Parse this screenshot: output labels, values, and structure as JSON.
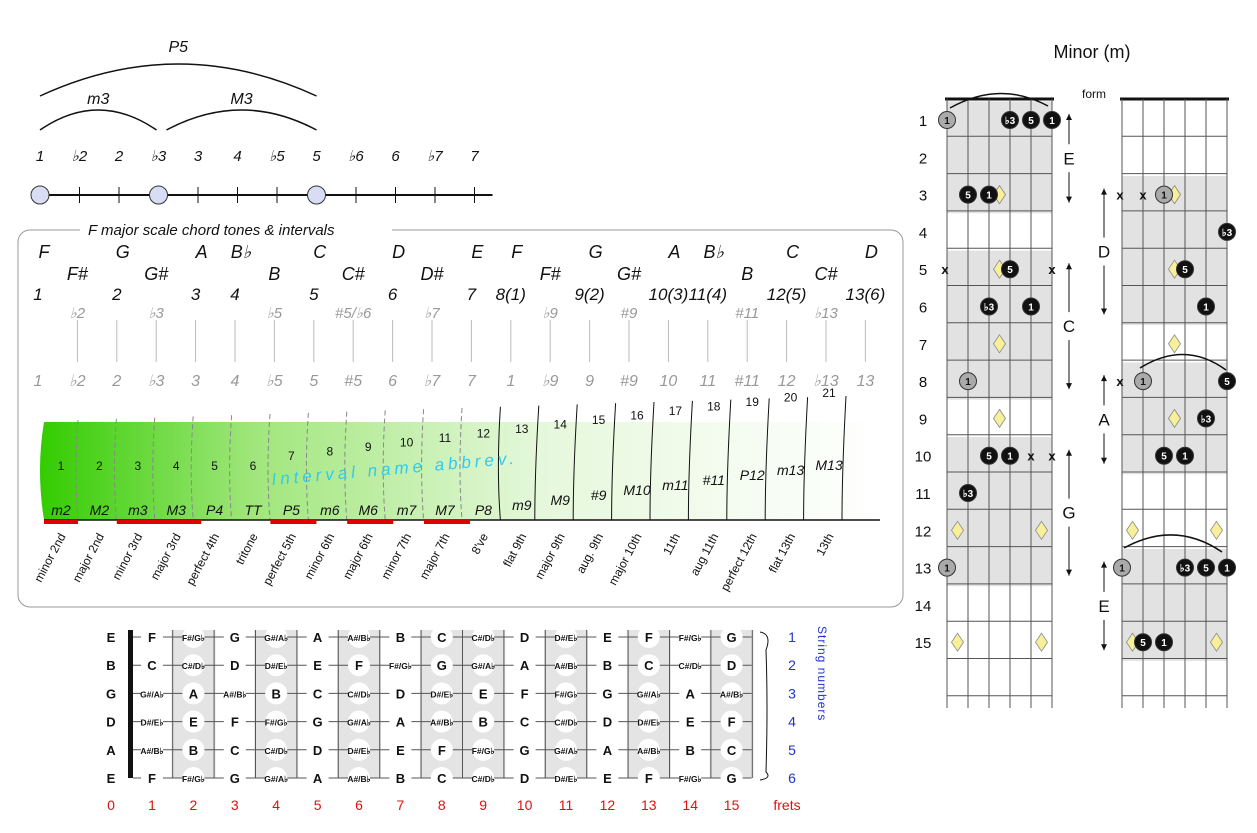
{
  "top_intervals": {
    "arcs": [
      {
        "label": "P5",
        "from": 0,
        "to": 7
      },
      {
        "label": "m3",
        "from": 0,
        "to": 3
      },
      {
        "label": "M3",
        "from": 3,
        "to": 7
      }
    ],
    "degrees": [
      "1",
      "♭2",
      "2",
      "♭3",
      "3",
      "4",
      "♭5",
      "5",
      "♭6",
      "6",
      "♭7",
      "7"
    ],
    "dots_at": [
      0,
      3,
      7
    ]
  },
  "scale_panel": {
    "title": "F major scale chord tones & intervals",
    "steps": [
      {
        "low": "F",
        "deg": "1",
        "grey": "1"
      },
      {
        "up": "F#",
        "deg": "♭2",
        "grey": "♭2"
      },
      {
        "low": "G",
        "deg": "2",
        "grey": "2"
      },
      {
        "up": "G#",
        "deg": "♭3",
        "grey": "♭3"
      },
      {
        "low": "A",
        "deg": "3",
        "grey": "3"
      },
      {
        "low": "B♭",
        "deg": "4",
        "grey": "4"
      },
      {
        "up": "B",
        "deg": "♭5",
        "grey": "♭5"
      },
      {
        "low": "C",
        "deg": "5",
        "grey": "5"
      },
      {
        "up": "C#",
        "deg": "#5/♭6",
        "grey": "#5"
      },
      {
        "low": "D",
        "deg": "6",
        "grey": "6"
      },
      {
        "up": "D#",
        "deg": "♭7",
        "grey": "♭7"
      },
      {
        "low": "E",
        "deg": "7",
        "grey": "7"
      },
      {
        "low": "F",
        "deg": "8(1)",
        "grey": "1"
      },
      {
        "up": "F#",
        "deg": "♭9",
        "grey": "♭9"
      },
      {
        "low": "G",
        "deg": "9(2)",
        "grey": "9"
      },
      {
        "up": "G#",
        "deg": "#9",
        "grey": "#9"
      },
      {
        "low": "A",
        "deg": "10(3)",
        "grey": "10"
      },
      {
        "low": "B♭",
        "deg": "11(4)",
        "grey": "11"
      },
      {
        "up": "B",
        "deg": "#11",
        "grey": "#11"
      },
      {
        "low": "C",
        "deg": "12(5)",
        "grey": "12"
      },
      {
        "up": "C#",
        "deg": "♭13",
        "grey": "♭13"
      },
      {
        "low": "D",
        "deg": "13(6)",
        "grey": "13"
      }
    ],
    "semitones": [
      "1",
      "2",
      "3",
      "4",
      "5",
      "6",
      "7",
      "8",
      "9",
      "10",
      "11",
      "12",
      "13",
      "14",
      "15",
      "16",
      "17",
      "18",
      "19",
      "20",
      "21"
    ],
    "abbrevs": [
      "m2",
      "M2",
      "m3",
      "M3",
      "P4",
      "TT",
      "P5",
      "m6",
      "M6",
      "m7",
      "M7",
      "P8",
      "m9",
      "M9",
      "#9",
      "M10",
      "m11",
      "#11",
      "P12",
      "m13",
      "M13"
    ],
    "names": [
      "minor 2nd",
      "major 2nd",
      "minor 3rd",
      "major 3rd",
      "perfect 4th",
      "tritone",
      "perfect 5th",
      "minor 6th",
      "major 6th",
      "minor 7th",
      "major 7th",
      "8've",
      "flat 9th",
      "major 9th",
      "aug. 9th",
      "major 10th",
      "11th",
      "aug 11th",
      "perfect 12th",
      "flat 13th",
      "13th"
    ],
    "chord_tone_marks": [
      3,
      4,
      7,
      9,
      11
    ],
    "watermark": "Interval name abbrev."
  },
  "fretboard": {
    "open_strings": [
      "E",
      "B",
      "G",
      "D",
      "A",
      "E"
    ],
    "rows": [
      [
        "F",
        "F#/G♭",
        "G",
        "G#/A♭",
        "A",
        "A#/B♭",
        "B",
        "C",
        "C#/D♭",
        "D",
        "D#/E♭",
        "E",
        "F",
        "F#/G♭",
        "G"
      ],
      [
        "C",
        "C#/D♭",
        "D",
        "D#/E♭",
        "E",
        "F",
        "F#/G♭",
        "G",
        "G#/A♭",
        "A",
        "A#/B♭",
        "B",
        "C",
        "C#/D♭",
        "D"
      ],
      [
        "G#/A♭",
        "A",
        "A#/B♭",
        "B",
        "C",
        "C#/D♭",
        "D",
        "D#/E♭",
        "E",
        "F",
        "F#/G♭",
        "G",
        "G#/A♭",
        "A",
        "A#/B♭"
      ],
      [
        "D#/E♭",
        "E",
        "F",
        "F#/G♭",
        "G",
        "G#/A♭",
        "A",
        "A#/B♭",
        "B",
        "C",
        "C#/D♭",
        "D",
        "D#/E♭",
        "E",
        "F"
      ],
      [
        "A#/B♭",
        "B",
        "C",
        "C#/D♭",
        "D",
        "D#/E♭",
        "E",
        "F",
        "F#/G♭",
        "G",
        "G#/A♭",
        "A",
        "A#/B♭",
        "B",
        "C"
      ],
      [
        "F",
        "F#/G♭",
        "G",
        "G#/A♭",
        "A",
        "A#/B♭",
        "B",
        "C",
        "C#/D♭",
        "D",
        "D#/E♭",
        "E",
        "F",
        "F#/G♭",
        "G"
      ]
    ],
    "string_numbers": [
      "1",
      "2",
      "3",
      "4",
      "5",
      "6"
    ],
    "string_numbers_label": "String numbers",
    "fret_numbers": [
      "0",
      "1",
      "2",
      "3",
      "4",
      "5",
      "6",
      "7",
      "8",
      "9",
      "10",
      "11",
      "12",
      "13",
      "14",
      "15"
    ],
    "frets_label": "frets"
  },
  "minor_chart": {
    "title": "Minor (m)",
    "form_label": "form",
    "fret_labels": [
      "1",
      "2",
      "3",
      "4",
      "5",
      "6",
      "7",
      "8",
      "9",
      "10",
      "11",
      "12",
      "13",
      "14",
      "15"
    ],
    "left_forms": [
      {
        "label": "E",
        "start": 1,
        "end": 3
      },
      {
        "label": "C",
        "start": 5,
        "end": 8
      },
      {
        "label": "G",
        "start": 10,
        "end": 13
      }
    ],
    "right_forms": [
      {
        "label": "D",
        "start": 3,
        "end": 6
      },
      {
        "label": "A",
        "start": 8,
        "end": 10
      },
      {
        "label": "E",
        "start": 13,
        "end": 15
      }
    ],
    "left_notes": [
      {
        "s": 0,
        "f": 1,
        "t": "1",
        "kind": "grey"
      },
      {
        "s": 3,
        "f": 1,
        "t": "♭3",
        "kind": "black"
      },
      {
        "s": 4,
        "f": 1,
        "t": "5",
        "kind": "black"
      },
      {
        "s": 5,
        "f": 1,
        "t": "1",
        "kind": "black"
      },
      {
        "s": 1,
        "f": 3,
        "t": "5",
        "kind": "black"
      },
      {
        "s": 2,
        "f": 3,
        "t": "1",
        "kind": "black"
      },
      {
        "s": 3,
        "f": 5,
        "t": "5",
        "kind": "black"
      },
      {
        "s": 2,
        "f": 6,
        "t": "♭3",
        "kind": "black"
      },
      {
        "s": 4,
        "f": 6,
        "t": "1",
        "kind": "black"
      },
      {
        "s": 1,
        "f": 8,
        "t": "1",
        "kind": "grey"
      },
      {
        "s": 2,
        "f": 10,
        "t": "5",
        "kind": "black"
      },
      {
        "s": 3,
        "f": 10,
        "t": "1",
        "kind": "black"
      },
      {
        "s": 1,
        "f": 11,
        "t": "♭3",
        "kind": "black"
      },
      {
        "s": 0,
        "f": 13,
        "t": "1",
        "kind": "grey"
      }
    ],
    "left_marks": [
      {
        "s": 0,
        "f": 5,
        "t": "x"
      },
      {
        "s": 5,
        "f": 5,
        "t": "x"
      },
      {
        "s": 4,
        "f": 10,
        "t": "x"
      },
      {
        "s": 5,
        "f": 10,
        "t": "x"
      }
    ],
    "right_notes": [
      {
        "s": 2,
        "f": 3,
        "t": "1",
        "kind": "grey"
      },
      {
        "s": 5,
        "f": 4,
        "t": "♭3",
        "kind": "black"
      },
      {
        "s": 3,
        "f": 5,
        "t": "5",
        "kind": "black"
      },
      {
        "s": 4,
        "f": 6,
        "t": "1",
        "kind": "black"
      },
      {
        "s": 1,
        "f": 8,
        "t": "1",
        "kind": "grey"
      },
      {
        "s": 5,
        "f": 8,
        "t": "5",
        "kind": "black"
      },
      {
        "s": 4,
        "f": 9,
        "t": "♭3",
        "kind": "black"
      },
      {
        "s": 2,
        "f": 10,
        "t": "5",
        "kind": "black"
      },
      {
        "s": 3,
        "f": 10,
        "t": "1",
        "kind": "black"
      },
      {
        "s": 0,
        "f": 13,
        "t": "1",
        "kind": "grey"
      },
      {
        "s": 3,
        "f": 13,
        "t": "♭3",
        "kind": "black"
      },
      {
        "s": 4,
        "f": 13,
        "t": "5",
        "kind": "black"
      },
      {
        "s": 5,
        "f": 13,
        "t": "1",
        "kind": "black"
      },
      {
        "s": 1,
        "f": 15,
        "t": "5",
        "kind": "black"
      },
      {
        "s": 2,
        "f": 15,
        "t": "1",
        "kind": "black"
      }
    ],
    "right_marks": [
      {
        "s": 0,
        "f": 3,
        "t": "x"
      },
      {
        "s": 1,
        "f": 3,
        "t": "x"
      },
      {
        "s": 0,
        "f": 8,
        "t": "x"
      }
    ]
  }
}
